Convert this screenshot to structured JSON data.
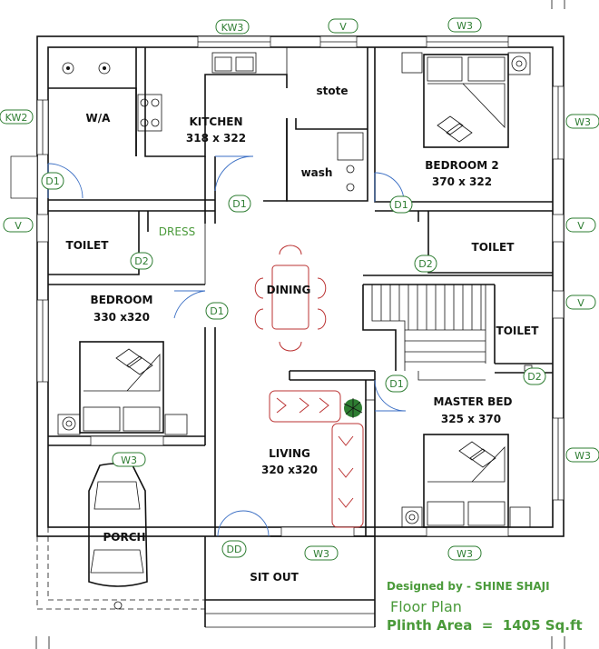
{
  "rooms": {
    "wa": "W/A",
    "kitchen": "KITCHEN",
    "kitchen_dim": "318 x 322",
    "stote": "stote",
    "wash": "wash",
    "bedroom2": "BEDROOM 2",
    "bedroom2_dim": "370 x 322",
    "toilet_left": "TOILET",
    "dress": "DRESS",
    "toilet_right": "TOILET",
    "dining": "DINING",
    "bedroom": "BEDROOM",
    "bedroom_dim": "330 x320",
    "toilet_master": "TOILET",
    "master_bed": "MASTER BED",
    "master_bed_dim": "325 x 370",
    "living": "LIVING",
    "living_dim": "320 x320",
    "porch": "PORCH",
    "sit_out": "SIT OUT"
  },
  "tags": {
    "kw3_top": "KW3",
    "v_top": "V",
    "w3_top": "W3",
    "kw2_left": "KW2",
    "w3_right_1": "W3",
    "d1_wa": "D1",
    "d1_kitchen": "D1",
    "d1_bedroom2": "D1",
    "v_left": "V",
    "v_right_1": "V",
    "d2_toilet": "D2",
    "d2_right": "D2",
    "d1_bedroom": "D1",
    "v_right_2": "V",
    "d1_master": "D1",
    "d2_master": "D2",
    "w3_bedroom": "W3",
    "w3_right_2": "W3",
    "dd": "DD",
    "w3_living": "W3",
    "w3_master": "W3"
  },
  "credit": {
    "designer": "Designed by - SHINE SHAJI",
    "title": "Floor Plan",
    "area": "Plinth Area  =  1405 Sq.ft"
  },
  "colors": {
    "tag_green": "#2e7d32",
    "credit_green": "#4a9a3a",
    "furniture_red": "#b33333",
    "door_blue": "#3b6fc4"
  }
}
